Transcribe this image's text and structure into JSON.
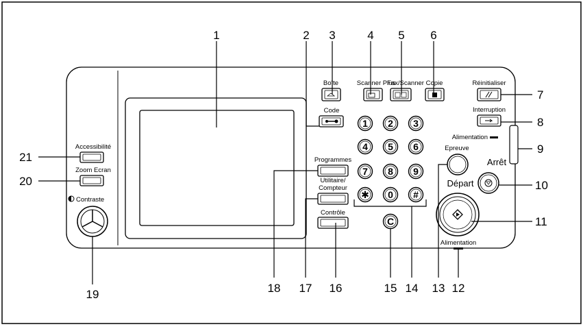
{
  "callouts": {
    "n1": "1",
    "n2": "2",
    "n3": "3",
    "n4": "4",
    "n5": "5",
    "n6": "6",
    "n7": "7",
    "n8": "8",
    "n9": "9",
    "n10": "10",
    "n11": "11",
    "n12": "12",
    "n13": "13",
    "n14": "14",
    "n15": "15",
    "n16": "16",
    "n17": "17",
    "n18": "18",
    "n19": "19",
    "n20": "20",
    "n21": "21"
  },
  "labels": {
    "boite": "Boîte",
    "scanner_plus": "Scanner Plus",
    "fax_scanner": "Fax/Scanner",
    "copie": "Copie",
    "code": "Code",
    "reinitialiser": "Réinitialiser",
    "interruption": "Interruption",
    "alimentation_top": "Alimentation",
    "alimentation_bottom": "Alimentation",
    "epreuve": "Epreuve",
    "arret": "Arrêt",
    "depart": "Départ",
    "programmes": "Programmes",
    "utilitaire_line1": "Utilitaire/",
    "utilitaire_line2": "Compteur",
    "controle": "Contrôle",
    "accessibilite": "Accessibilité",
    "zoom_ecran": "Zoom Ecran",
    "contraste": "Contraste"
  },
  "keypad": {
    "k1": "1",
    "k2": "2",
    "k3": "3",
    "k4": "4",
    "k5": "5",
    "k6": "6",
    "k7": "7",
    "k8": "8",
    "k9": "9",
    "kstar": "✱",
    "k0": "0",
    "khash": "#",
    "kc": "C"
  }
}
